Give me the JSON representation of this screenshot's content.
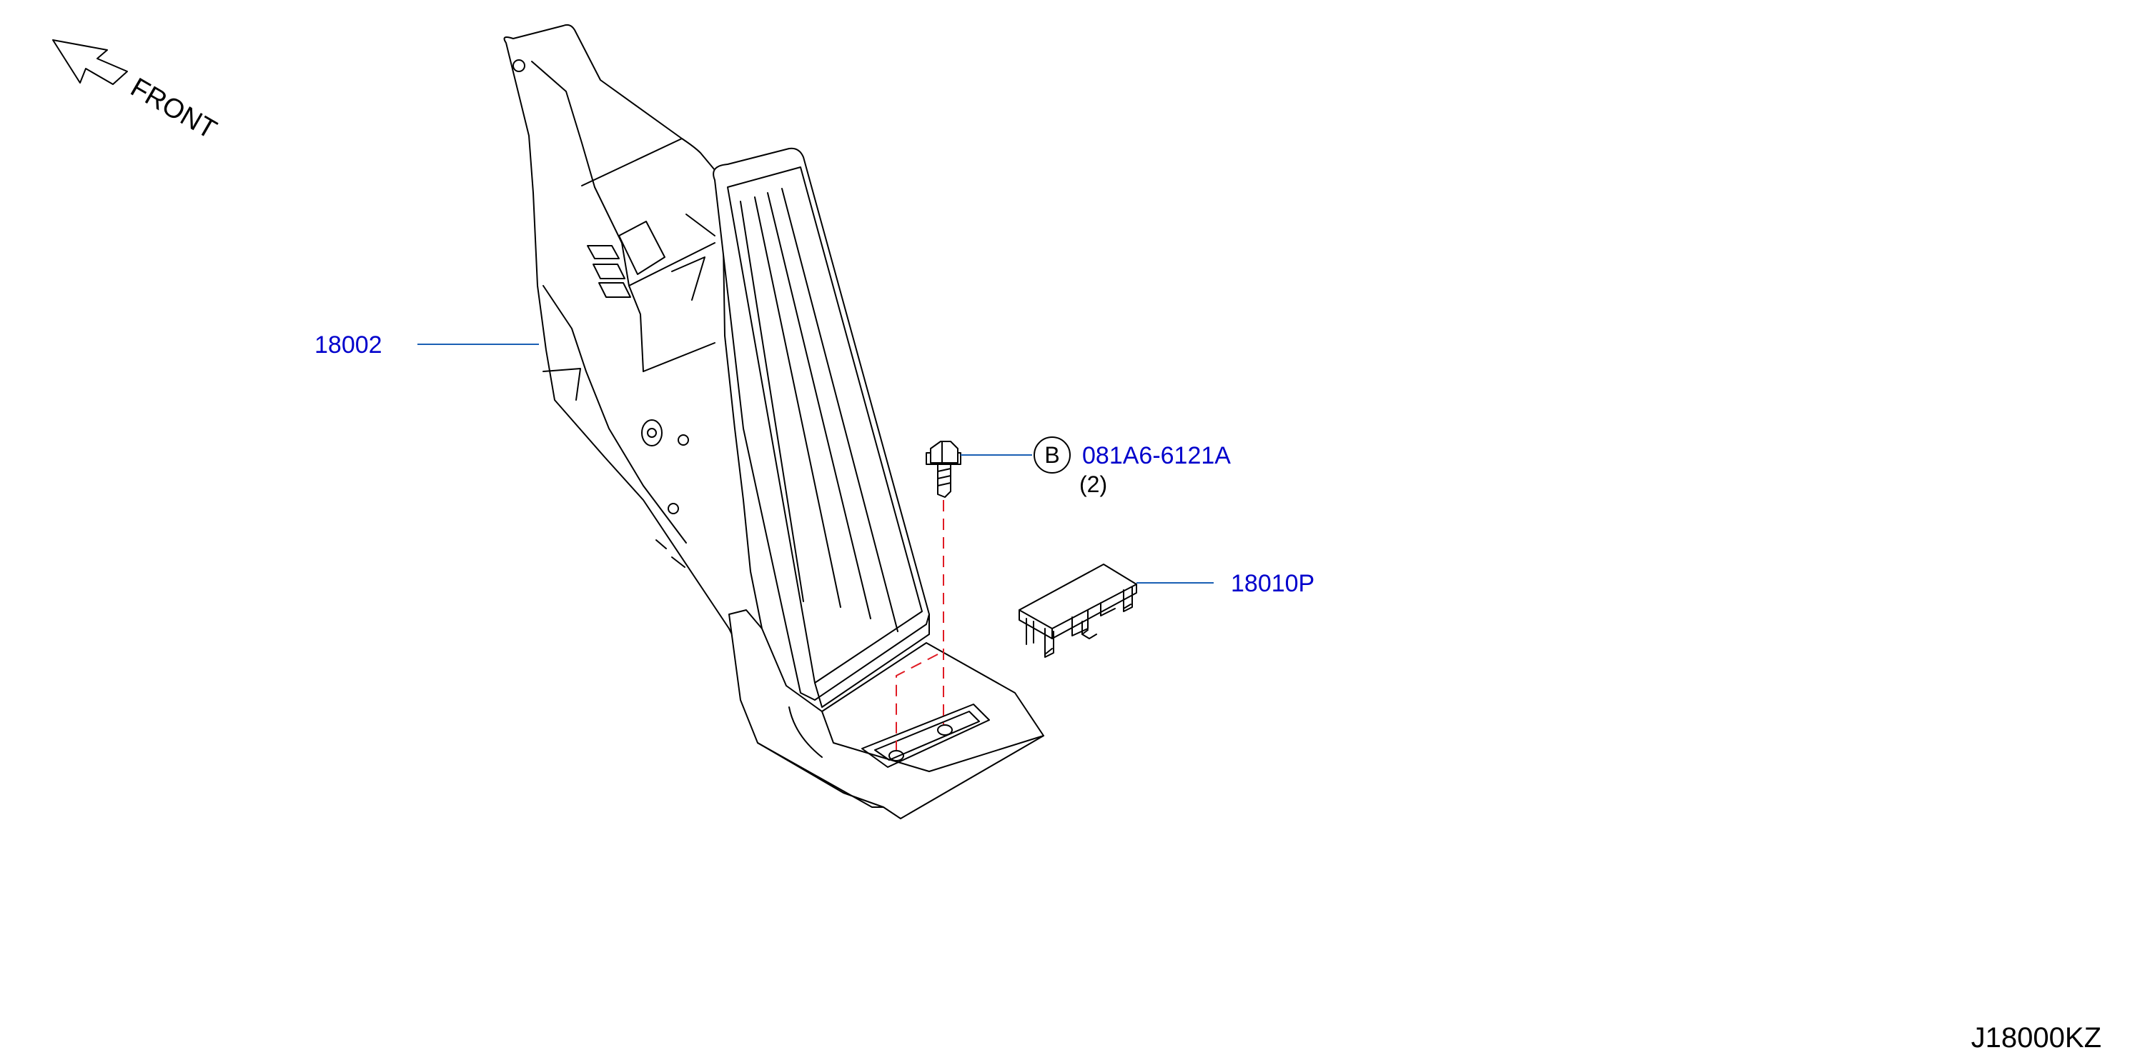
{
  "colors": {
    "part_number": "#0000cc",
    "leader_line": "#1a5fb4",
    "dashed_guide": "#e01b24",
    "line_art": "#000000"
  },
  "orientation": {
    "icon": "front-arrow-icon",
    "label": "FRONT"
  },
  "parts": {
    "pedal_assembly": {
      "number": "18002"
    },
    "bolt": {
      "marker": "B",
      "number": "081A6-6121A",
      "quantity": "(2)"
    },
    "cover": {
      "number": "18010P"
    }
  },
  "diagram_code": "J18000KZ"
}
